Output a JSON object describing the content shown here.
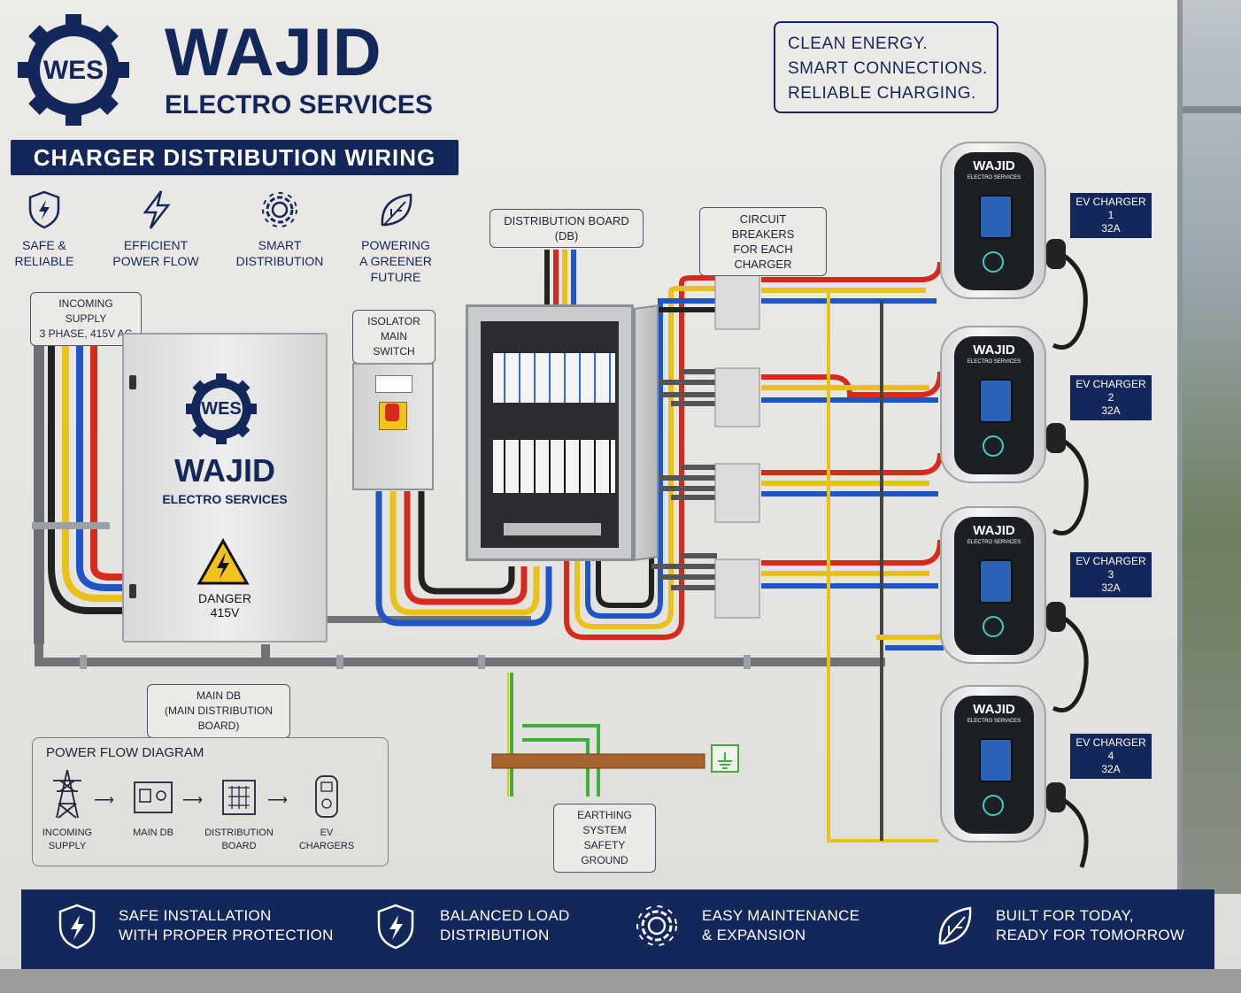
{
  "brand": {
    "logo_text": "WES",
    "name": "WAJID",
    "subtitle": "ELECTRO SERVICES"
  },
  "banner": "CHARGER DISTRIBUTION WIRING",
  "tagline": [
    "CLEAN ENERGY.",
    "SMART CONNECTIONS.",
    "RELIABLE CHARGING."
  ],
  "features": [
    {
      "icon": "shield-bolt-icon",
      "line1": "SAFE &",
      "line2": "RELIABLE"
    },
    {
      "icon": "bolt-icon",
      "line1": "EFFICIENT",
      "line2": "POWER FLOW"
    },
    {
      "icon": "gear-icon",
      "line1": "SMART",
      "line2": "DISTRIBUTION"
    },
    {
      "icon": "leaf-icon",
      "line1": "POWERING",
      "line2": "A GREENER FUTURE"
    }
  ],
  "labels": {
    "incoming": {
      "line1": "INCOMING SUPPLY",
      "line2": "3 PHASE, 415V AC"
    },
    "isolator": {
      "line1": "ISOLATOR",
      "line2": "MAIN SWITCH"
    },
    "db": {
      "line1": "DISTRIBUTION BOARD",
      "line2": "(DB)"
    },
    "breakers": {
      "line1": "CIRCUIT BREAKERS",
      "line2": "FOR EACH CHARGER"
    },
    "main_db": {
      "line1": "MAIN DB",
      "line2": "(MAIN DISTRIBUTION BOARD)"
    },
    "earthing": {
      "line1": "EARTHING SYSTEM",
      "line2": "SAFETY GROUND"
    }
  },
  "main_db_panel": {
    "logo_text": "WES",
    "name": "WAJID",
    "subtitle": "ELECTRO SERVICES",
    "warning_line1": "DANGER",
    "warning_line2": "415V"
  },
  "chargers": [
    {
      "brand": "WAJID",
      "sub": "ELECTRO SERVICES",
      "tag1": "EV CHARGER 1",
      "tag2": "32A"
    },
    {
      "brand": "WAJID",
      "sub": "ELECTRO SERVICES",
      "tag1": "EV CHARGER 2",
      "tag2": "32A"
    },
    {
      "brand": "WAJID",
      "sub": "ELECTRO SERVICES",
      "tag1": "EV CHARGER 3",
      "tag2": "32A"
    },
    {
      "brand": "WAJID",
      "sub": "ELECTRO SERVICES",
      "tag1": "EV CHARGER 4",
      "tag2": "32A"
    }
  ],
  "power_flow": {
    "title": "POWER FLOW DIAGRAM",
    "steps": [
      {
        "icon": "transmission-tower-icon",
        "line1": "INCOMING",
        "line2": "SUPPLY"
      },
      {
        "icon": "main-db-icon",
        "line1": "MAIN DB",
        "line2": ""
      },
      {
        "icon": "distribution-board-icon",
        "line1": "DISTRIBUTION",
        "line2": "BOARD"
      },
      {
        "icon": "ev-charger-icon",
        "line1": "EV",
        "line2": "CHARGERS"
      }
    ]
  },
  "footer": [
    {
      "icon": "shield-bolt-icon",
      "line1": "SAFE INSTALLATION",
      "line2": "WITH PROPER PROTECTION"
    },
    {
      "icon": "shield-bolt-icon",
      "line1": "BALANCED LOAD",
      "line2": "DISTRIBUTION"
    },
    {
      "icon": "gear-icon",
      "line1": "EASY MAINTENANCE",
      "line2": "& EXPANSION"
    },
    {
      "icon": "leaf-icon",
      "line1": "BUILT FOR TODAY,",
      "line2": "READY FOR TOMORROW"
    }
  ],
  "colors": {
    "navy": "#13275a",
    "wire_red": "#d62a1e",
    "wire_yellow": "#e8c21a",
    "wire_blue": "#1f55c4",
    "wire_black": "#222222",
    "earth_green": "#3fae3a"
  }
}
